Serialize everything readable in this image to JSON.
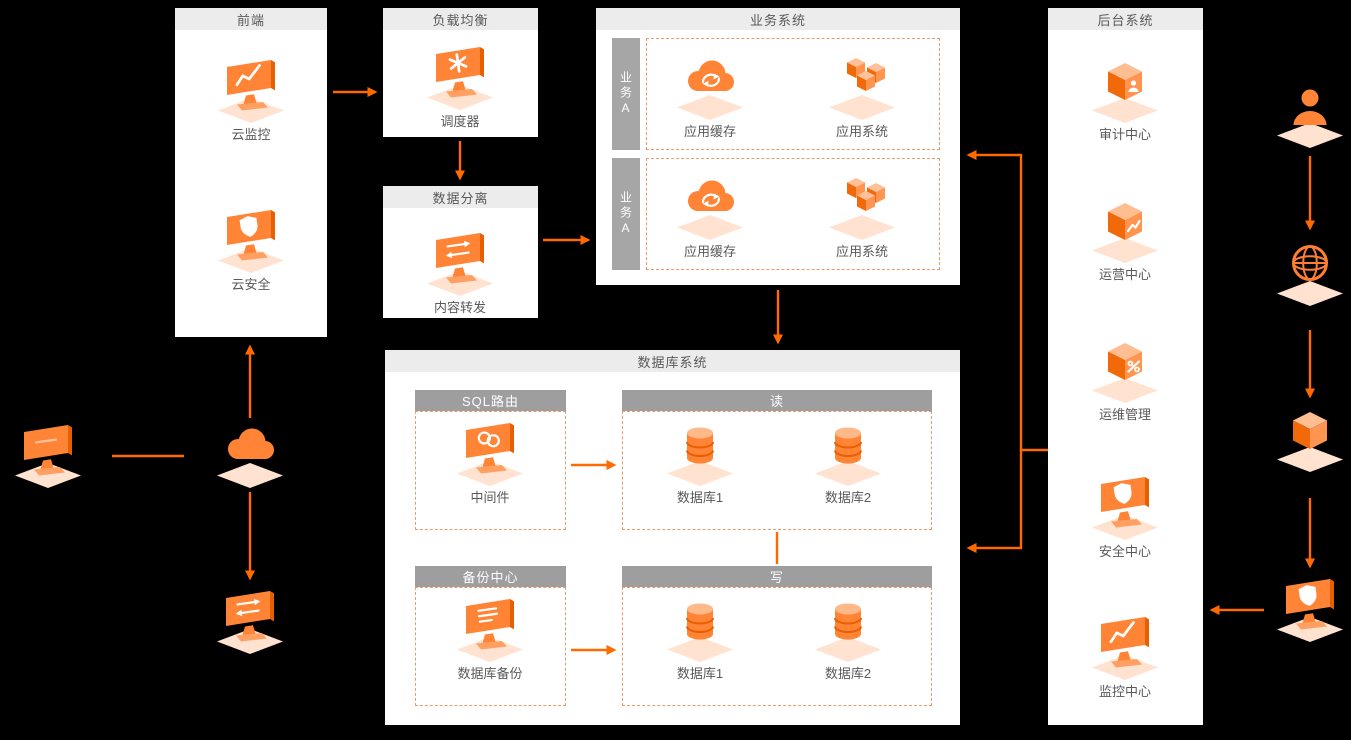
{
  "theme": {
    "background": "#000000",
    "panel": "#ffffff",
    "accent": "#ff6a00",
    "icon_orange": "#ff8436",
    "platform_tint": "#ffe2d0",
    "header_light_bg": "#ececec",
    "header_light_text": "#595959",
    "header_dark_bg": "#9e9e9e",
    "header_dark_text": "#ffffff",
    "dashed_border": "#e89a6a",
    "label_text": "#595959"
  },
  "panels": {
    "frontend": {
      "title": "前端",
      "items": [
        {
          "label": "云监控",
          "icon": "#i-screen-chart"
        },
        {
          "label": "云安全",
          "icon": "#i-screen-shield"
        }
      ]
    },
    "load_balancer": {
      "title": "负载均衡",
      "items": [
        {
          "label": "调度器",
          "icon": "#i-screen-star"
        }
      ]
    },
    "data_separation": {
      "title": "数据分离",
      "items": [
        {
          "label": "内容转发",
          "icon": "#i-screen-arrows"
        }
      ]
    },
    "business": {
      "title": "业务系统",
      "rows": [
        {
          "side_label": "业务A",
          "items": [
            {
              "label": "应用缓存",
              "icon": "#i-cloud-sync"
            },
            {
              "label": "应用系统",
              "icon": "#i-cubes"
            }
          ]
        },
        {
          "side_label": "业务A",
          "items": [
            {
              "label": "应用缓存",
              "icon": "#i-cloud-sync"
            },
            {
              "label": "应用系统",
              "icon": "#i-cubes"
            }
          ]
        }
      ]
    },
    "database": {
      "title": "数据库系统",
      "groups": [
        {
          "header": "SQL路由",
          "items": [
            {
              "label": "中间件",
              "icon": "#i-screen-rings"
            }
          ]
        },
        {
          "header": "读",
          "items": [
            {
              "label": "数据库1",
              "icon": "#i-database"
            },
            {
              "label": "数据库2",
              "icon": "#i-database"
            }
          ]
        },
        {
          "header": "备份中心",
          "items": [
            {
              "label": "数据库备份",
              "icon": "#i-screen-bars"
            }
          ]
        },
        {
          "header": "写",
          "items": [
            {
              "label": "数据库1",
              "icon": "#i-database"
            },
            {
              "label": "数据库2",
              "icon": "#i-database"
            }
          ]
        }
      ]
    },
    "backend": {
      "title": "后台系统",
      "items": [
        {
          "label": "审计中心",
          "icon": "#i-box-person"
        },
        {
          "label": "运营中心",
          "icon": "#i-box-chart"
        },
        {
          "label": "运维管理",
          "icon": "#i-box-percent"
        },
        {
          "label": "安全中心",
          "icon": "#i-screen-shield"
        },
        {
          "label": "监控中心",
          "icon": "#i-screen-chart"
        }
      ]
    }
  },
  "outer_nodes": {
    "left_terminal": {
      "icon": "#i-screen-plain"
    },
    "left_cloud": {
      "icon": "#i-cloud"
    },
    "left_forward_terminal": {
      "icon": "#i-screen-arrows"
    },
    "right_user": {
      "icon": "#i-person"
    },
    "right_internet": {
      "icon": "#i-globe"
    },
    "right_resource": {
      "icon": "#i-box-plain"
    },
    "right_security_terminal": {
      "icon": "#i-screen-shield"
    }
  },
  "connections": [
    {
      "from": "frontend",
      "to": "load-balancer"
    },
    {
      "from": "load-balancer",
      "to": "data-separation"
    },
    {
      "from": "data-separation",
      "to": "business-system"
    },
    {
      "from": "business-system",
      "to": "database-system"
    },
    {
      "from": "sql-router",
      "to": "read-group"
    },
    {
      "from": "read-group",
      "to": "write-group"
    },
    {
      "from": "backup-center",
      "to": "write-group"
    },
    {
      "from": "backend-system",
      "to": "business-system"
    },
    {
      "from": "backend-system",
      "to": "database-system"
    },
    {
      "from": "left-terminal",
      "to": "left-cloud"
    },
    {
      "from": "left-cloud",
      "to": "frontend"
    },
    {
      "from": "left-cloud",
      "to": "left-forward-terminal"
    },
    {
      "from": "right-user",
      "to": "right-internet"
    },
    {
      "from": "right-internet",
      "to": "right-resource"
    },
    {
      "from": "right-resource",
      "to": "right-security-terminal"
    },
    {
      "from": "right-security-terminal",
      "to": "backend-monitor-center"
    }
  ]
}
